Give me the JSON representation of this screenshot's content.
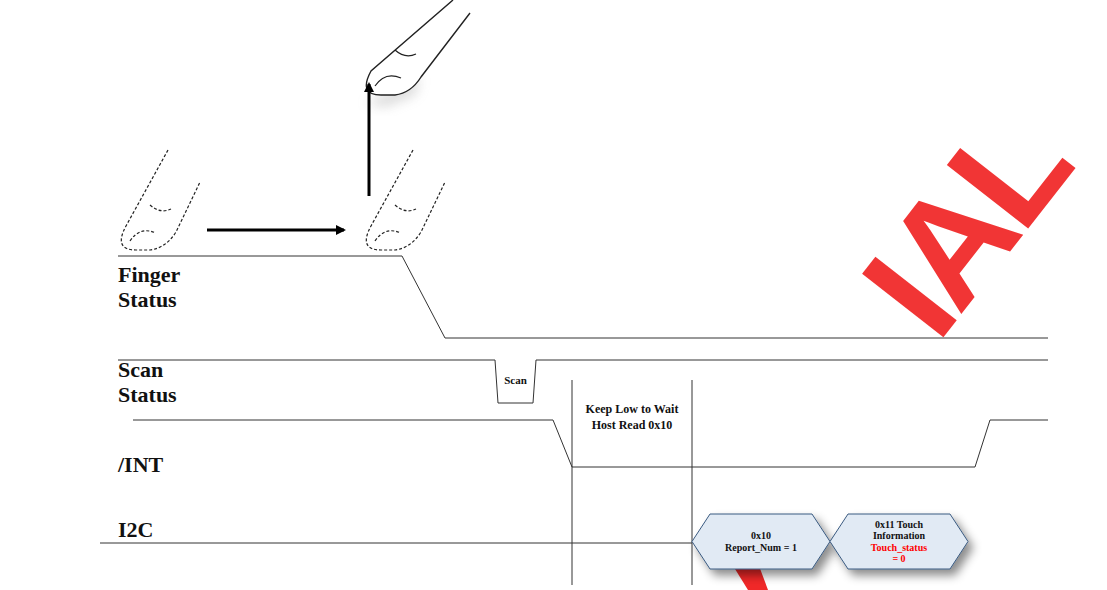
{
  "diagram": {
    "nodes": [
      {
        "text": [
          "0x10",
          "Report_Num = 1"
        ]
      },
      {
        "text": [
          "0x11 Touch Information",
          "Touch_status = 0"
        ]
      }
    ],
    "labels": [
      "Finger Status",
      "Scan Status",
      "/INT",
      "I2C",
      "Scan",
      "Keep Low to Wait Host Read 0x10",
      "IAL"
    ]
  }
}
